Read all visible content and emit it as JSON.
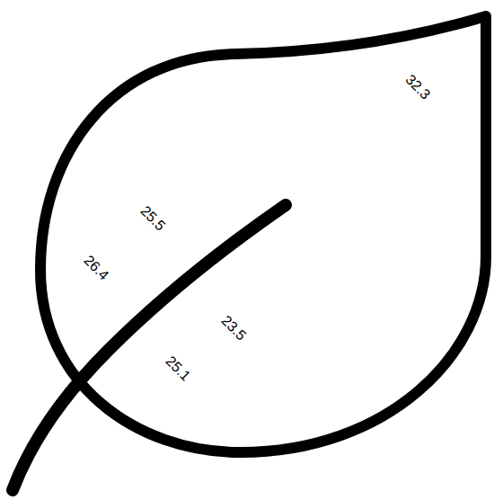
{
  "diagram": {
    "labels": [
      "32.3",
      "25.5",
      "26.4",
      "23.5",
      "25.1"
    ]
  }
}
